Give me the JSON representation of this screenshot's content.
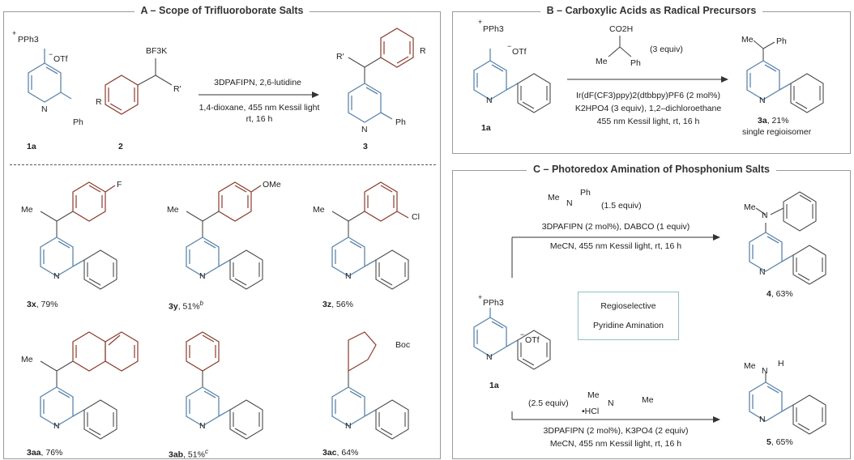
{
  "panels": {
    "a_title": "A – Scope of Trifluoroborate Salts",
    "b_title": "B – Carboxylic Acids as Radical Precursors",
    "c_title": "C – Photoredox Amination of Phosphonium Salts"
  },
  "panel_a": {
    "cond_top": "3DPAFIPN, 2,6-lutidine",
    "cond_bottom1": "1,4-dioxane, 455 nm Kessil light",
    "cond_bottom2": "rt, 16 h",
    "label_1a": "1a",
    "label_2": "2",
    "label_3": "3",
    "atoms": {
      "pph3": "PPh3",
      "otf": "OTf",
      "plus": "+",
      "minus": "−",
      "bf3k": "BF3K",
      "r": "R",
      "rp": "R'",
      "ph": "Ph",
      "n": "N"
    },
    "products": [
      {
        "id": "3x",
        "yield": ", 79%",
        "sup": "",
        "sub": "F"
      },
      {
        "id": "3y",
        "yield": ", 51%",
        "sup": "b",
        "sub": "OMe"
      },
      {
        "id": "3z",
        "yield": ", 56%",
        "sup": "",
        "sub": "Cl"
      },
      {
        "id": "3aa",
        "yield": ", 76%",
        "sup": "",
        "sub": ""
      },
      {
        "id": "3ab",
        "yield": ", 51%",
        "sup": "c",
        "sub": ""
      },
      {
        "id": "3ac",
        "yield": ", 64%",
        "sup": "",
        "sub": "Boc"
      }
    ],
    "me": "Me"
  },
  "panel_b": {
    "reagent_equiv": "(3 equiv)",
    "cond1": "Ir(dF(CF3)ppy)2(dtbbpy)PF6 (2 mol%)",
    "cond2": "K2HPO4 (3 equiv), 1,2–dichloroethane",
    "cond3": "455 nm Kessil light, rt, 16 h",
    "label_1a": "1a",
    "product": "3a",
    "product_yield": ", 21%",
    "note": "single regioisomer",
    "co2h": "CO2H"
  },
  "panel_c": {
    "amine1_equiv": "(1.5 equiv)",
    "cond1a": "3DPAFIPN (2 mol%), DABCO (1 equiv)",
    "cond1b": "MeCN, 455 nm Kessil light, rt, 16 h",
    "product4": "4",
    "product4_yield": ", 63%",
    "box1": "Regioselective",
    "box2": "Pyridine Amination",
    "label_1a": "1a",
    "amine2_equiv": "(2.5 equiv)",
    "hcl": "•HCl",
    "cond2a": "3DPAFIPN (2 mol%), K3PO4 (2 equiv)",
    "cond2b": "MeCN, 455 nm Kessil light, rt, 16 h",
    "product5": "5",
    "product5_yield": ", 65%"
  }
}
